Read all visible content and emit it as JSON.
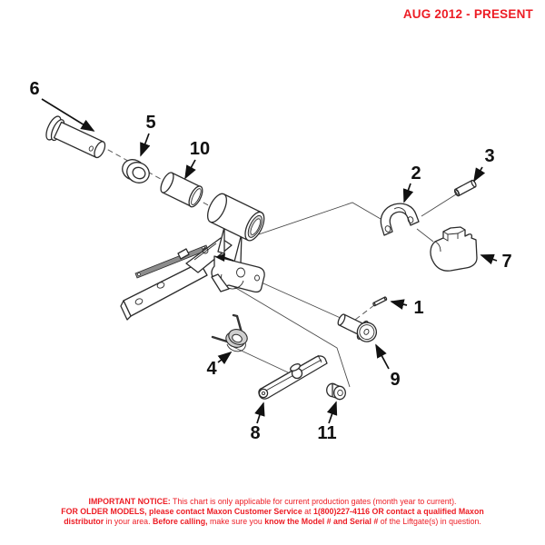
{
  "header": {
    "title": "AUG 2012 - PRESENT"
  },
  "colors": {
    "accent_red": "#ed1c24",
    "line_black": "#2b2b2b"
  },
  "diagram": {
    "callouts": [
      "1",
      "2",
      "3",
      "4",
      "5",
      "6",
      "7",
      "8",
      "9",
      "10",
      "11"
    ]
  },
  "footer": {
    "line1": {
      "bold": "IMPORTANT NOTICE:",
      "rest": " This chart is only applicable for current production gates (month year to current)."
    },
    "line2": {
      "bold1": "FOR OLDER MODELS, please contact Maxon Customer Service",
      "mid": " at ",
      "bold2": "1(800)227-4116 OR contact a qualified Maxon"
    },
    "line3": {
      "bold1": "distributor",
      "mid1": " in your area. ",
      "bold2": "Before calling,",
      "mid2": " make sure you ",
      "bold3": "know the Model # and Serial #",
      "rest": " of the Liftgate(s) in question."
    }
  }
}
